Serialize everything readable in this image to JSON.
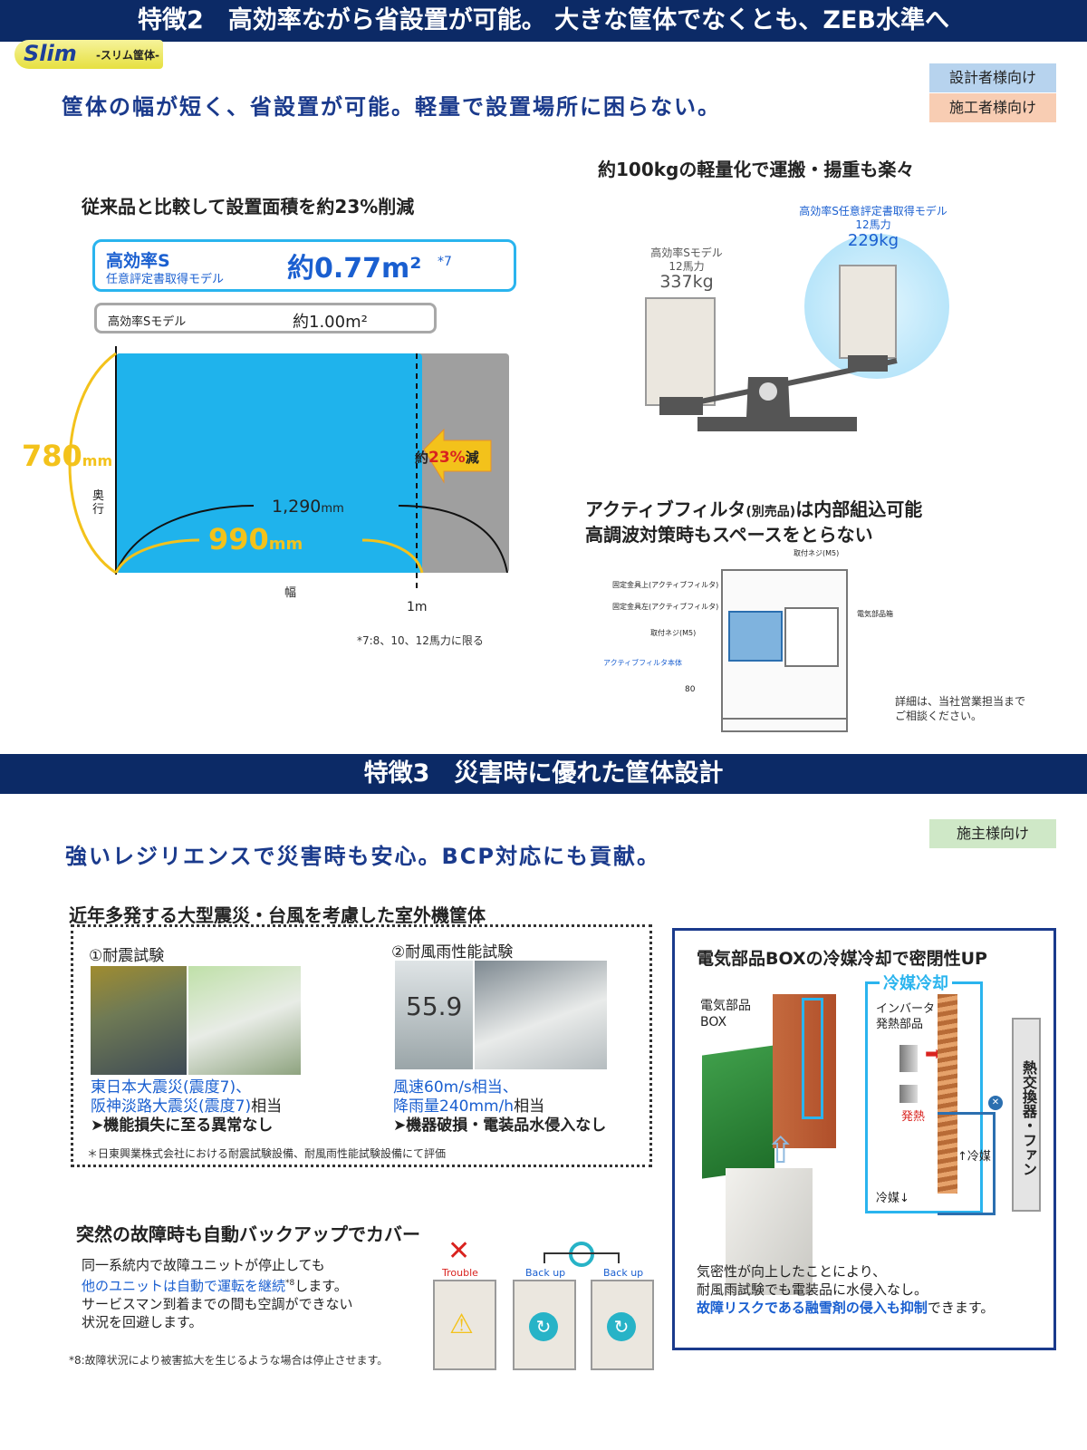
{
  "feature2": {
    "header": "特徴2　高効率ながら省設置が可能。 大きな筐体でなくとも、ZEB水準へ",
    "slim_badge": "Slim",
    "slim_sub": "-スリム筐体-",
    "tag_designer": "設計者様向け",
    "tag_installer": "施工者様向け",
    "lead": "筐体の幅が短く、省設置が可能。軽量で設置場所に困らない。",
    "area": {
      "heading": "従来品と比較して設置面積を約23%削減",
      "new_name": "高効率S",
      "new_sub": "任意評定書取得モデル",
      "new_value": "約0.77m²",
      "new_note": "*7",
      "old_name": "高効率Sモデル",
      "old_value": "約1.00m²",
      "depth": "780",
      "depth_unit": "mm",
      "depth_label": "奥行",
      "width_old": "1,290",
      "width_new": "990",
      "width_unit": "mm",
      "width_label": "幅",
      "meter": "1m",
      "reduce_prefix": "約",
      "reduce_value": "23%",
      "reduce_suffix": "減",
      "footnote": "*7:8、10、12馬力に限る"
    },
    "weight": {
      "heading": "約100kgの軽量化で運搬・揚重も楽々",
      "old_name": "高効率Sモデル",
      "old_hp": "12馬力",
      "old_kg": "337kg",
      "new_name": "高効率S任意評定書取得モデル",
      "new_hp": "12馬力",
      "new_kg": "229kg"
    },
    "filter": {
      "heading1_a": "アクティブフィルタ",
      "heading1_b": "(別売品)",
      "heading1_c": "は内部組込可能",
      "heading2": "高調波対策時もスペースをとらない",
      "labels": [
        "取付ネジ(M5)",
        "固定金具上(アクティブフィルタ)",
        "固定金具左(アクティブフィルタ)",
        "取付ネジ(M5)",
        "アクティブフィルタ本体",
        "電気部品箱"
      ],
      "dim": "80",
      "contact": "詳細は、当社営業担当まで\nご相談ください。"
    }
  },
  "feature3": {
    "header": "特徴3　災害時に優れた筐体設計",
    "tag_owner": "施主様向け",
    "lead": "強いレジリエンスで災害時も安心。BCP対応にも貢献。",
    "tests_heading": "近年多発する大型震災・台風を考慮した室外機筐体",
    "seismic": {
      "title": "①耐震試験",
      "line1": "東日本大震災(震度7)、",
      "line2_blue": "阪神淡路大震災(震度7)",
      "line2_suffix": "相当",
      "result": "➤機能損失に至る異常なし"
    },
    "wind": {
      "title": "②耐風雨性能試験",
      "reading": "55.9",
      "line1": "風速60m/s相当、",
      "line2_blue": "降雨量240mm/h",
      "line2_suffix": "相当",
      "result": "➤機器破損・電装品水侵入なし"
    },
    "tests_note": "＊日東興業株式会社における耐震試験設備、耐風雨性能試験設備にて評価",
    "backup": {
      "heading": "突然の故障時も自動バックアップでカバー",
      "text1": "同一系統内で故障ユニットが停止しても",
      "text2_blue": "他のユニットは自動で運転を継続",
      "text2_sup": "*8",
      "text2_suffix": "します。",
      "text3": "サービスマン到着までの間も空調ができない",
      "text4": "状況を回避します。",
      "trouble": "Trouble",
      "backup1": "Back up",
      "backup2": "Back up",
      "footnote": "*8:故障状況により被害拡大を生じるような場合は停止させます。"
    },
    "ebox": {
      "heading": "電気部品BOXの冷媒冷却で密閉性UP",
      "cooling": "冷媒冷却",
      "box_label": "電気部品\nBOX",
      "inverter": "インバータ\n発熱部品",
      "heat": "発熱",
      "refrigerant_up": "↑冷媒",
      "refrigerant_down": "冷媒↓",
      "exchanger": "熱交換器・ファン",
      "text1": "気密性が向上したことにより、",
      "text2": "耐風雨試験でも電装品に水侵入なし。",
      "text3_blue": "故障リスクである融雪剤の侵入も抑制",
      "text3_suffix": "できます。"
    }
  },
  "colors": {
    "navy": "#0c2a66",
    "accent_blue": "#1a5fd0",
    "cyan": "#2ab4ee",
    "yellow": "#f3c21b",
    "orange": "#e8902a",
    "red": "#d9231f",
    "tag_blue": "#b7d3ee",
    "tag_peach": "#f8cdb3",
    "tag_green": "#cfe8c7"
  }
}
